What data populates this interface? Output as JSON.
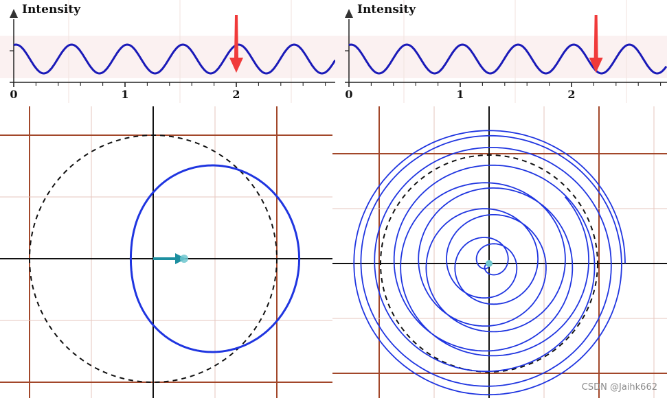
{
  "panels": {
    "top_left": {
      "y_axis_label": "Intensity",
      "tick_labels": [
        "0",
        "1",
        "2"
      ],
      "arrow_at": 2.0
    },
    "top_right": {
      "y_axis_label": "Intensity",
      "tick_labels": [
        "0",
        "1",
        "2"
      ],
      "arrow_at": 2.22
    }
  },
  "watermark": "CSDN @Jaihk662",
  "colors": {
    "wave": "#1a1ab8",
    "curve": "#1f35e0",
    "arrow_red": "#f03a3a",
    "vector": "#1d8fa0",
    "grid_major": "#a2472a",
    "grid_minor": "#e6c6bd",
    "band": "#fbf1f1"
  }
}
